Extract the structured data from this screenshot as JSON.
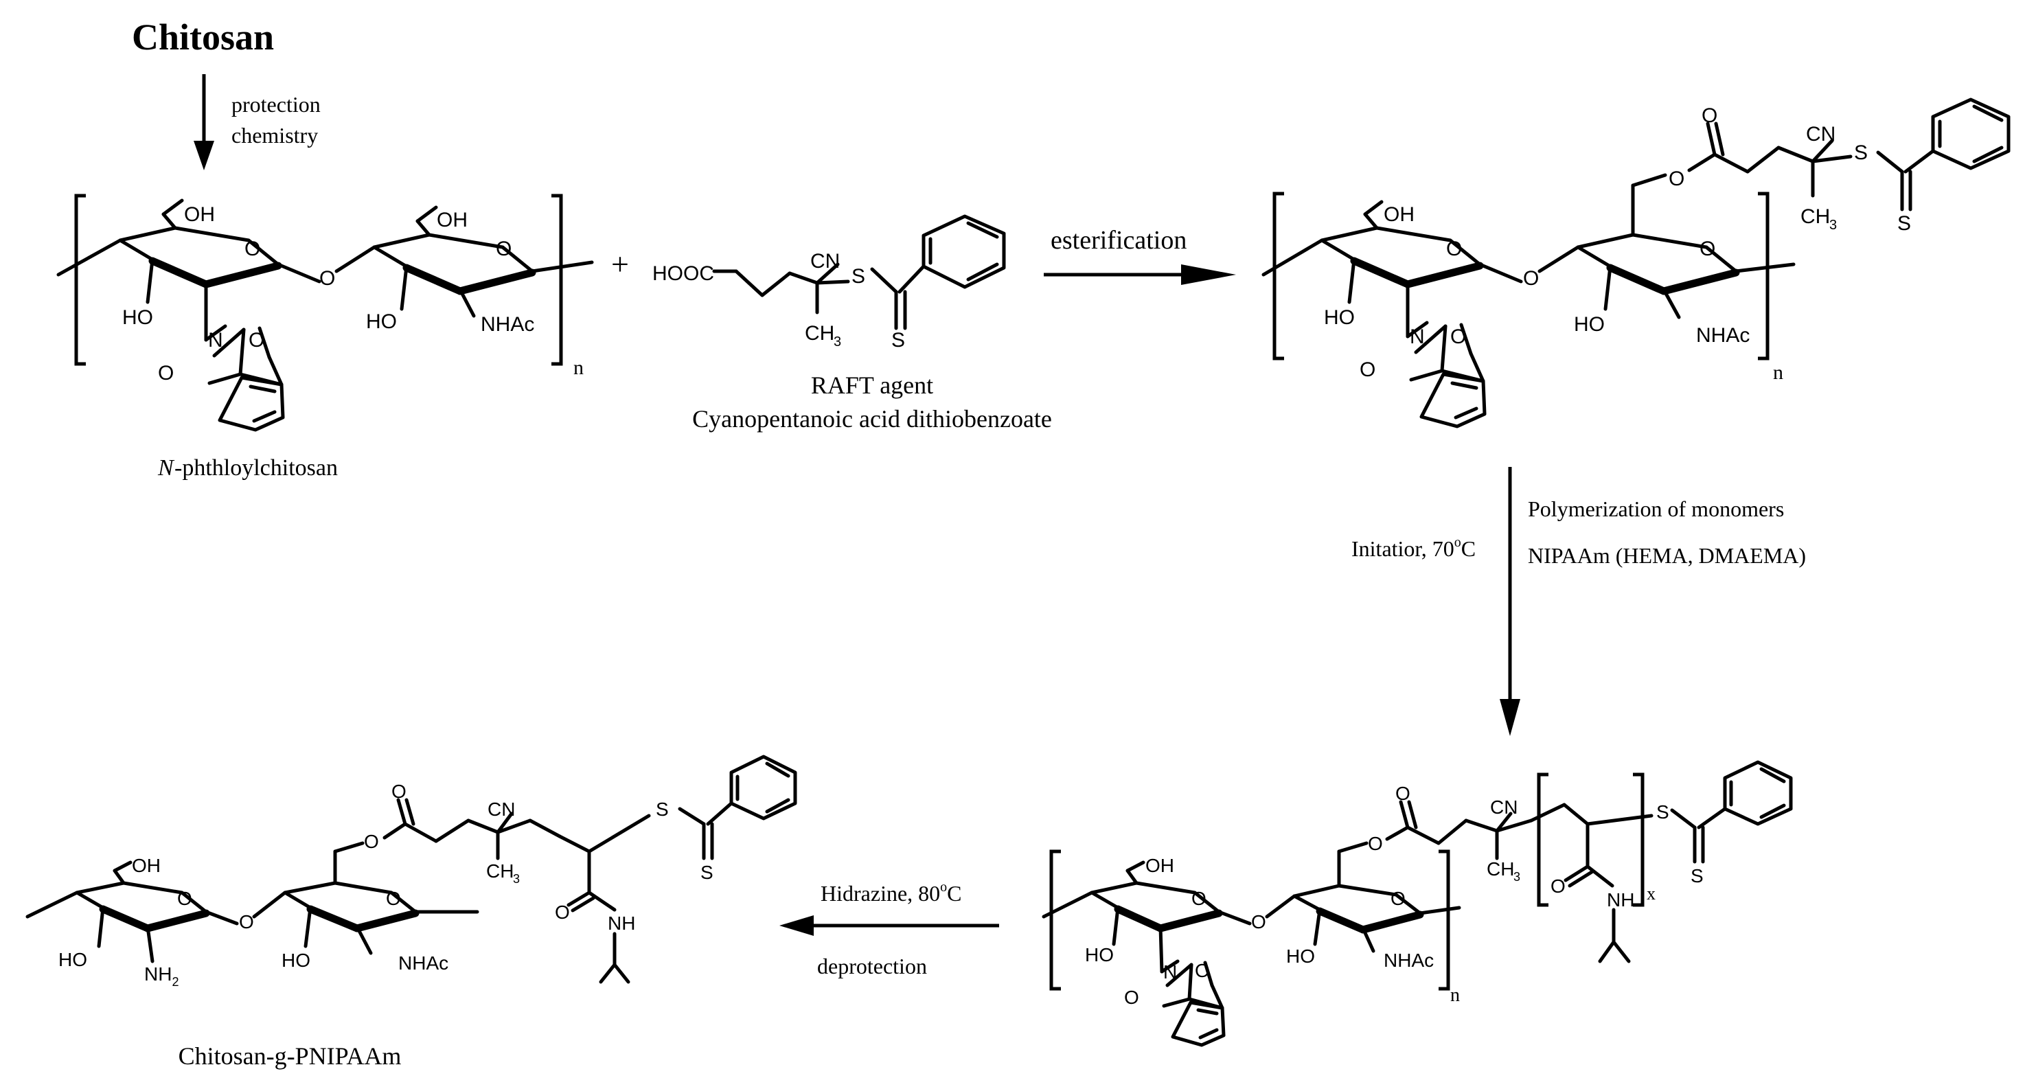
{
  "title": "Chitosan",
  "step1": {
    "line1": "protection",
    "line2": "chemistry"
  },
  "compound1": {
    "name_prefix": "N",
    "name_rest": "-phthloylchitosan",
    "OH": "OH",
    "HO": "HO",
    "O": "O",
    "N": "N",
    "NHAc": "NHAc",
    "n": "n"
  },
  "plus": "+",
  "raft": {
    "HOOC": "HOOC",
    "CN": "CN",
    "S": "S",
    "CH3": "CH",
    "sub3": "3",
    "label1": "RAFT agent",
    "label2": "Cyanopentanoic acid dithiobenzoate"
  },
  "step2": {
    "label": "esterification"
  },
  "step3": {
    "left_prefix": "Initatior, 70",
    "left_sup": "o",
    "left_suffix": "C",
    "right1": "Polymerization of monomers",
    "right2": "NIPAAm (HEMA, DMAEMA)"
  },
  "step4": {
    "top_prefix": "Hidrazine, 80",
    "top_sup": "o",
    "top_suffix": "C",
    "bottom": "deprotection"
  },
  "product": {
    "name": "Chitosan-g-PNIPAAm",
    "NH2": "NH",
    "sub2": "2",
    "NH": "NH",
    "x": "x"
  },
  "colors": {
    "ink": "#000000",
    "background": "#ffffff"
  }
}
